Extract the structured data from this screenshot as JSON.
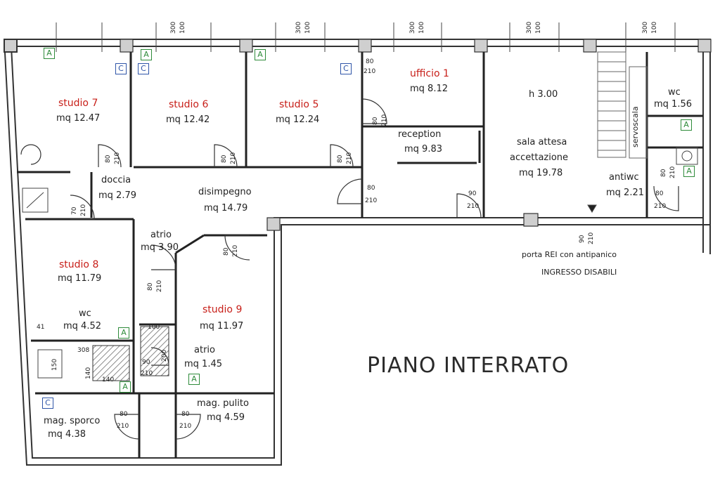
{
  "title": "PIANO INTERRATO",
  "rooms": {
    "studio7": {
      "name": "studio 7",
      "area": "mq 12.47"
    },
    "studio6": {
      "name": "studio 6",
      "area": "mq 12.42"
    },
    "studio5": {
      "name": "studio 5",
      "area": "mq 12.24"
    },
    "ufficio1": {
      "name": "ufficio 1",
      "area": "mq 8.12"
    },
    "reception": {
      "name": "reception",
      "area": "mq 9.83"
    },
    "height": "h 3.00",
    "sala_attesa": {
      "line1": "sala attesa",
      "line2": "accettazione",
      "area": "mq 19.78"
    },
    "wc_top": {
      "name": "wc",
      "area": "mq 1.56"
    },
    "servoscala": "servoscala",
    "antiwc": {
      "name": "antiwc",
      "area": "mq 2.21"
    },
    "doccia": {
      "name": "doccia",
      "area": "mq 2.79"
    },
    "disimpegno": {
      "name": "disimpegno",
      "area": "mq 14.79"
    },
    "atrio1": {
      "name": "atrio",
      "area": "mq 3.90"
    },
    "studio8": {
      "name": "studio 8",
      "area": "mq 11.79"
    },
    "studio9": {
      "name": "studio 9",
      "area": "mq 11.97"
    },
    "wc_left": {
      "name": "wc",
      "area": "mq 4.52"
    },
    "atrio2": {
      "name": "atrio",
      "area": "mq 1.45"
    },
    "mag_sporco": {
      "name": "mag. sporco",
      "area": "mq 4.38"
    },
    "mag_pulito": {
      "name": "mag. pulito",
      "area": "mq 4.59"
    }
  },
  "entrance": {
    "line1": "porta REI con antipanico",
    "line2": "INGRESSO DISABILI"
  },
  "window_marks": [
    "300",
    "100"
  ],
  "door_marks": {
    "d80": "80",
    "d90": "90",
    "d70": "70",
    "d210": "210",
    "d100": "100",
    "d200": "200",
    "d140": "140",
    "d150": "150",
    "d308": "308",
    "d41": "41"
  },
  "symbols": {
    "accessible": "A",
    "cabinet": "C"
  }
}
